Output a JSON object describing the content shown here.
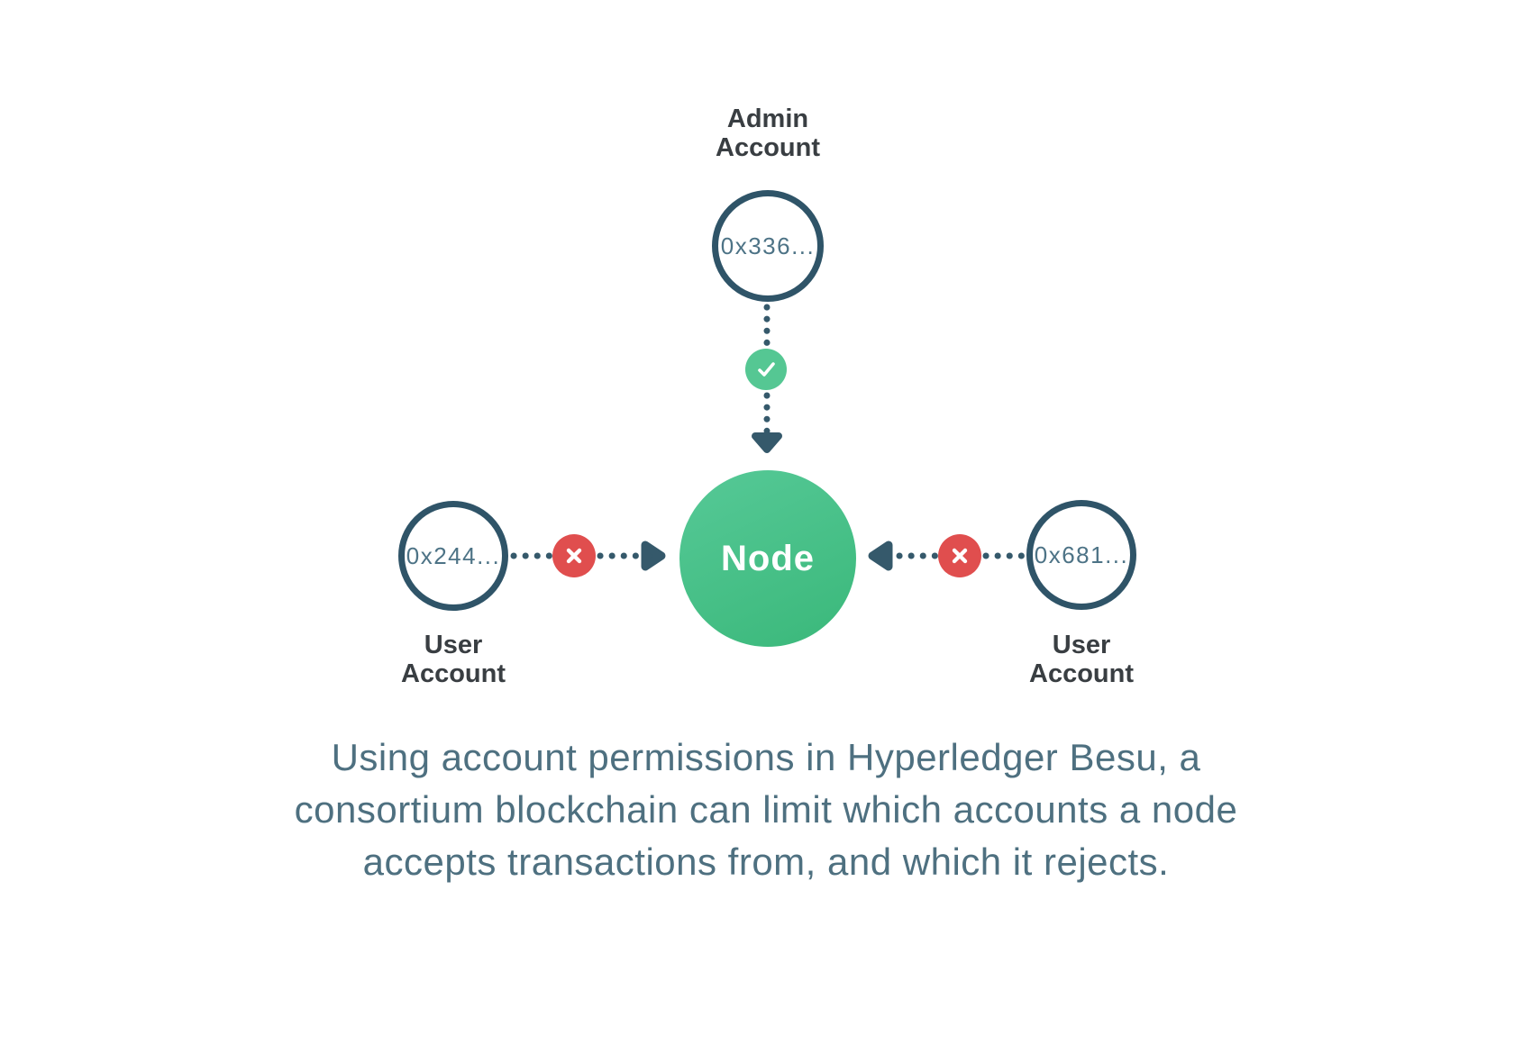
{
  "diagram": {
    "admin_account": {
      "label": [
        "Admin",
        "Account"
      ],
      "address": "0x336..."
    },
    "node": {
      "label": "Node"
    },
    "left_user_account": {
      "label": [
        "User",
        "Account"
      ],
      "address": "0x244..."
    },
    "right_user_account": {
      "label": [
        "User",
        "Account"
      ],
      "address": "0x681..."
    },
    "icons": {
      "allow": "check-icon",
      "deny": "cross-icon",
      "arrows": [
        "arrow-down-icon",
        "arrow-right-icon",
        "arrow-left-icon"
      ]
    }
  },
  "caption": {
    "lines": [
      "Using account permissions in Hyperledger Besu, a",
      "consortium blockchain can limit which accounts a node",
      "accepts transactions from, and which it rejects."
    ]
  },
  "colors": {
    "background": "#ffffff",
    "slate_outline": "#2f5468",
    "slate_dots": "#35596b",
    "address_text": "#4d7386",
    "label_text": "#393e42",
    "node_green_light": "#56c997",
    "node_green_dark": "#3ab87a",
    "allow_green": "#55c793",
    "deny_red": "#e04e4e",
    "caption_text": "#4e7080",
    "white": "#ffffff"
  }
}
